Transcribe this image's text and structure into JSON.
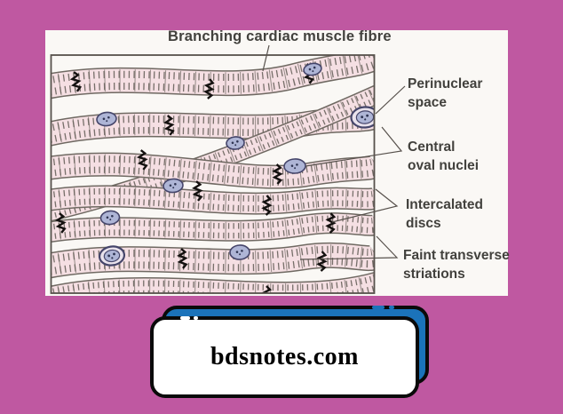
{
  "page": {
    "background_color": "#bf58a1"
  },
  "diagram": {
    "title": "Branching cardiac muscle fibre",
    "callouts": [
      {
        "id": "perinuclear-space",
        "lines": [
          "Perinuclear",
          "space"
        ]
      },
      {
        "id": "central-oval-nuclei",
        "lines": [
          "Central",
          "oval nuclei"
        ]
      },
      {
        "id": "intercalated-discs",
        "lines": [
          "Intercalated",
          "discs"
        ]
      },
      {
        "id": "faint-transverse-striations",
        "lines": [
          "Faint transverse",
          "striations"
        ]
      }
    ],
    "colors": {
      "panel": "#faf8f5",
      "frame": "#57514c",
      "fiber_fill": "#f5dfe3",
      "fiber_outline": "#6f6962",
      "striation": "#58524b",
      "divider": "#6b655e",
      "nucleus_fill": "#aeb5d6",
      "nucleus_ring": "#e9e2ec",
      "nucleus_outline": "#45456a",
      "nucleus_dot": "#2e3452",
      "disc": "#141110",
      "label_text": "#42413d",
      "leader_line": "#57514c"
    }
  },
  "watermark": {
    "text": "bdsnotes.com",
    "card_color": "#ffffff",
    "shadow_color": "#1b73ba",
    "border_color": "#0a0a0a"
  }
}
